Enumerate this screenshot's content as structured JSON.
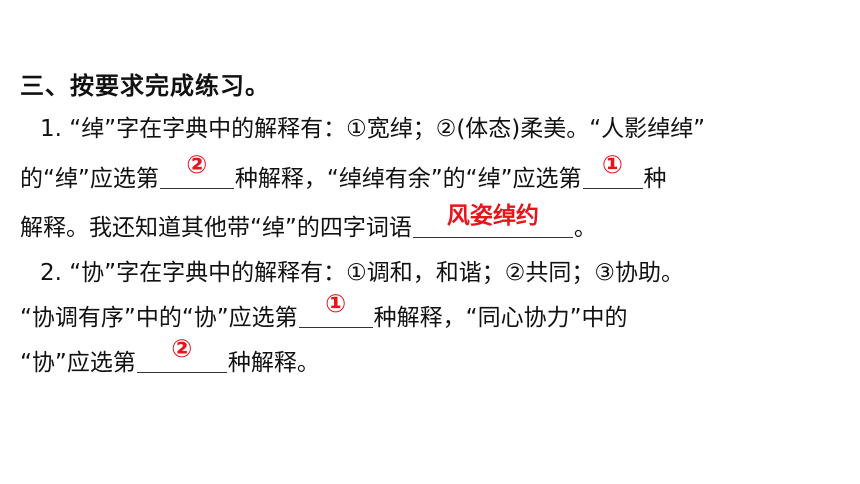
{
  "heading": "三、按要求完成练习。",
  "q1": {
    "line1": "1. “绰”字在字典中的解释有：①宽绰；②(体态)柔美。“人影绰绰”",
    "line2_a": "的“绰”应选第",
    "answer1": "②",
    "line2_b": "种解释，“绰绰有余”的“绰”应选第",
    "answer2": "①",
    "line2_c": "种",
    "line3_a": "解释。我还知道其他带“绰”的四字词语",
    "answer3": "风姿绰约",
    "line3_b": "。"
  },
  "q2": {
    "line1": "2. “协”字在字典中的解释有：①调和，和谐；②共同；③协助。",
    "line2_a": "“协调有序”中的“协”应选第",
    "answer1": "①",
    "line2_b": "种解释，“同心协力”中的",
    "line3_a": "“协”应选第",
    "answer2": "②",
    "line3_b": "种解释。"
  },
  "colors": {
    "text": "#111111",
    "answer": "#e8141b"
  }
}
